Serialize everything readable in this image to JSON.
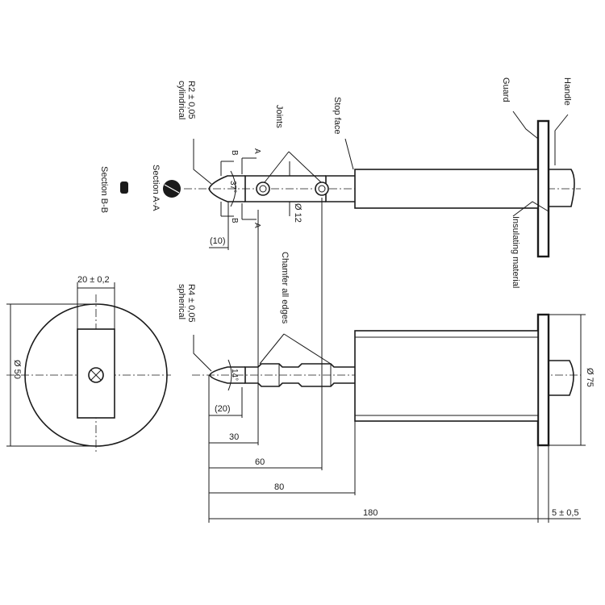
{
  "labels": {
    "handle": "Handle",
    "guard": "Guard",
    "stop_face": "Stop face",
    "joints": "Joints",
    "insulating_material": "Insulating material",
    "chamfer": "Chamfer all edges",
    "r2_value": "R2 ± 0,05",
    "r2_type": "cylindrical",
    "r4_value": "R4 ± 0,05",
    "r4_type": "spherical",
    "section_aa": "Section A-A",
    "section_bb": "Section B-B",
    "mark_a": "A",
    "mark_b": "B"
  },
  "dimensions": {
    "dia_50": "Ø 50",
    "width_20": "20 ± 0,2",
    "dia_12": "Ø 12",
    "dia_75": "Ø 75",
    "len_10": "(10)",
    "len_20": "(20)",
    "len_30": "30",
    "len_60": "60",
    "len_80": "80",
    "len_180": "180",
    "guard_5": "5 ± 0,5",
    "angle_37": "37°",
    "angle_14": "14°"
  },
  "colors": {
    "ink": "#1a1a1a",
    "paper": "#ffffff"
  }
}
